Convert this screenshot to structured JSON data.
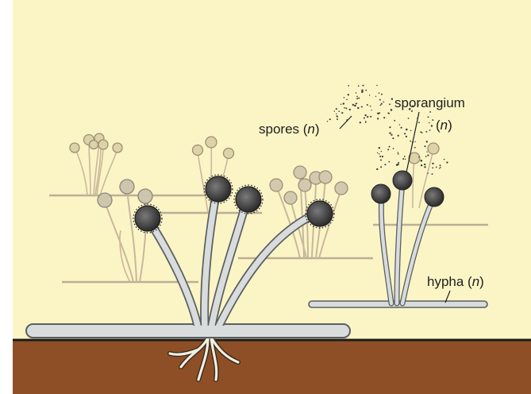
{
  "colors": {
    "frame": "#ffffff",
    "background": "#fbf5c6",
    "soil": "#8e4f26",
    "soil_edge": "#1b1b1b",
    "hypha_fill": "#d9dcdd",
    "hypha_stroke": "#5c5f61",
    "faded_stroke": "#c9b79c",
    "faded_fill": "#ddd2a8",
    "sporangium_dark": "#4a4a4a",
    "sporangium_grey": "#9d9d9d",
    "spore_dots": "#3c3c3c",
    "root": "#f1eee0"
  },
  "labels": {
    "spores": {
      "text": "spores (",
      "italic": "n",
      "close": ")"
    },
    "sporangium": {
      "line1": "sporangium",
      "line2_open": "(",
      "line2_italic": "n",
      "line2_close": ")"
    },
    "hypha": {
      "text": "hypha (",
      "italic": "n",
      "close": ")"
    }
  }
}
